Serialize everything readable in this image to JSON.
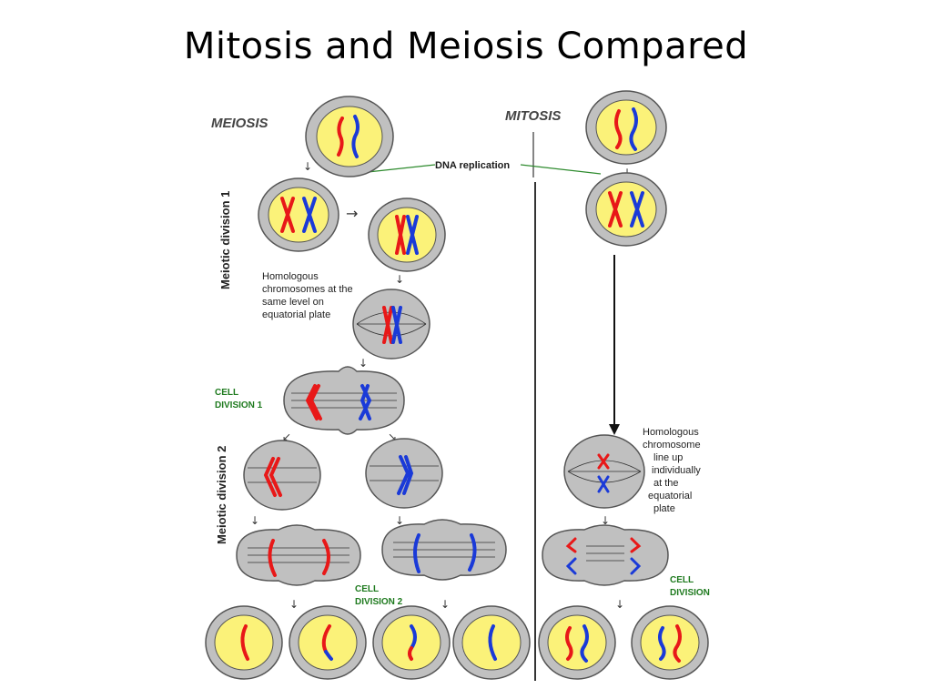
{
  "title": "Mitosis and Meiosis Compared",
  "labels": {
    "meiosis": "MEIOSIS",
    "mitosis": "MITOSIS",
    "dna_replication": "DNA replication",
    "meiotic_division_1": "Meiotic division 1",
    "meiotic_division_2": "Meiotic division 2",
    "homologous_note_meiosis": [
      "Homologous",
      "chromosomes at the",
      "same level on",
      "equatorial plate"
    ],
    "cell_division_1": [
      "CELL",
      "DIVISION 1"
    ],
    "cell_division_2": [
      "CELL",
      "DIVISION 2"
    ],
    "homologous_note_mitosis": [
      "Homologous",
      "chromosome",
      "line up",
      "individually",
      "at the",
      "equatorial",
      "plate"
    ],
    "cell_division": [
      "CELL",
      "DIVISION"
    ]
  },
  "colors": {
    "cell_outer": "#c0c0c0",
    "cell_inner": "#fbf279",
    "chromosome_paternal": "#e81818",
    "chromosome_maternal": "#1a3ad8",
    "annotation_green": "#1e7a1e",
    "arrow": "#333333"
  }
}
